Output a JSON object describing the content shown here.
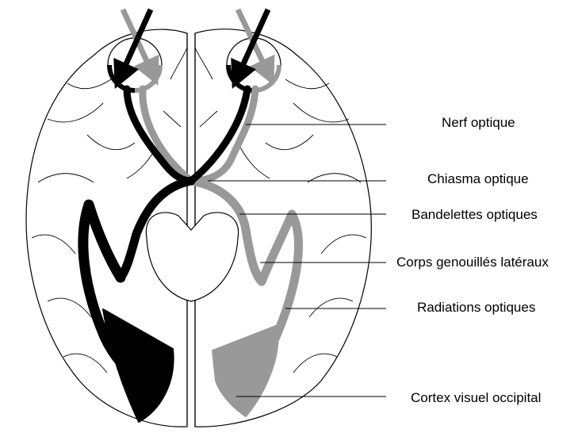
{
  "labels": {
    "nerf": "Nerf optique",
    "chiasma": "Chiasma optique",
    "bandelettes": "Bandelettes optiques",
    "corps": "Corps genouillés latéraux",
    "radiations": "Radiations optiques",
    "cortex": "Cortex visuel occipital"
  },
  "colors": {
    "left_pathway": "#000000",
    "right_pathway": "#999999",
    "outline": "#000000",
    "background": "#ffffff"
  },
  "icons": {
    "left_light_arrows": "arrow-icon",
    "right_light_arrows": "arrow-icon"
  }
}
